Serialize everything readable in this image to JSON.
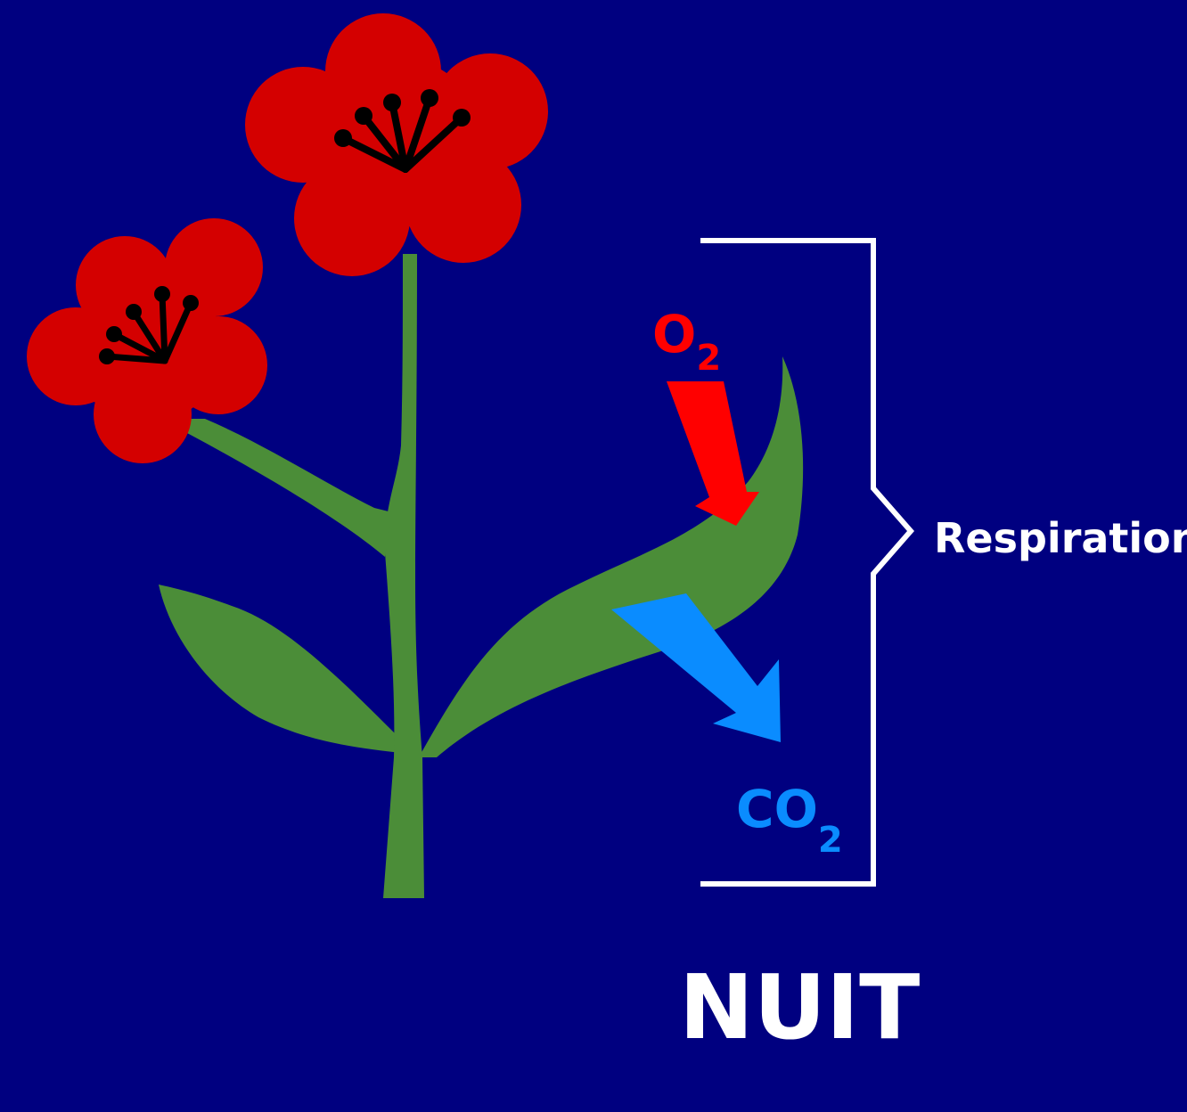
{
  "colors": {
    "background": "#000080",
    "petal": "#d40000",
    "stamen": "#000000",
    "stem": "#4b8d38",
    "oxygen_arrow": "#ff0000",
    "co2_arrow": "#0a8cff",
    "bracket": "#ffffff",
    "text": "#ffffff"
  },
  "labels": {
    "oxygen": {
      "main": "O",
      "sub": "2"
    },
    "carbon_dioxide": {
      "main": "CO",
      "sub": "2"
    },
    "process": "Respiration",
    "time_of_day": "NUIT"
  },
  "icons": {
    "large_flower": "flower-icon",
    "small_flower": "flower-icon",
    "plant": "plant-icon"
  }
}
